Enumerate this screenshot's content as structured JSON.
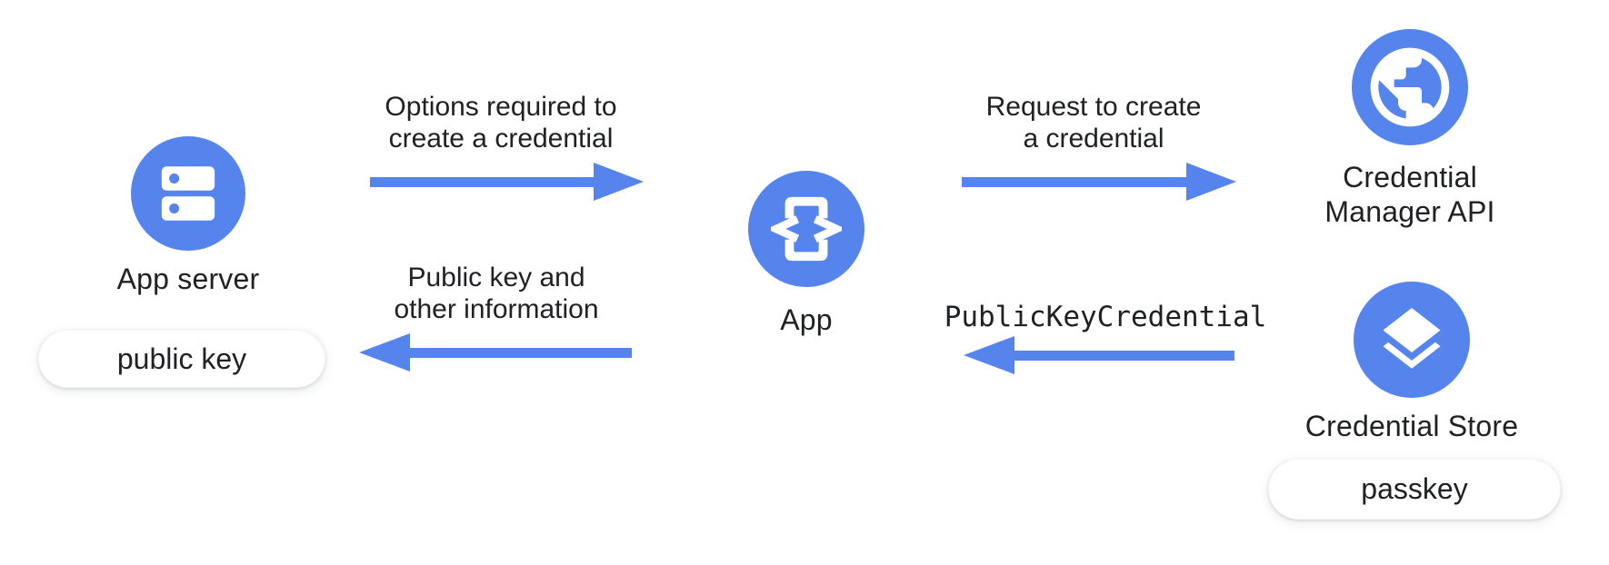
{
  "colors": {
    "accent": "#5584EC",
    "text": "#202124",
    "bg": "#ffffff",
    "pill-bg": "#ffffff",
    "icon-fg": "#ffffff"
  },
  "nodes": {
    "app_server": {
      "label": "App server",
      "icon": "server-icon",
      "badge": "public key"
    },
    "app": {
      "label": "App",
      "icon": "phone-code-icon"
    },
    "credential_manager": {
      "label_line1": "Credential",
      "label_line2": "Manager API",
      "icon": "globe-icon"
    },
    "credential_store": {
      "label": "Credential Store",
      "icon": "layers-icon",
      "badge": "passkey"
    }
  },
  "arrows": {
    "options": {
      "line1": "Options required to",
      "line2": "create a credential",
      "direction": "right"
    },
    "request": {
      "line1": "Request to create",
      "line2": "a credential",
      "direction": "right"
    },
    "public_key_info": {
      "line1": "Public key and",
      "line2": "other information",
      "direction": "left"
    },
    "public_key_credential": {
      "label": "PublicKeyCredential",
      "direction": "left"
    }
  }
}
